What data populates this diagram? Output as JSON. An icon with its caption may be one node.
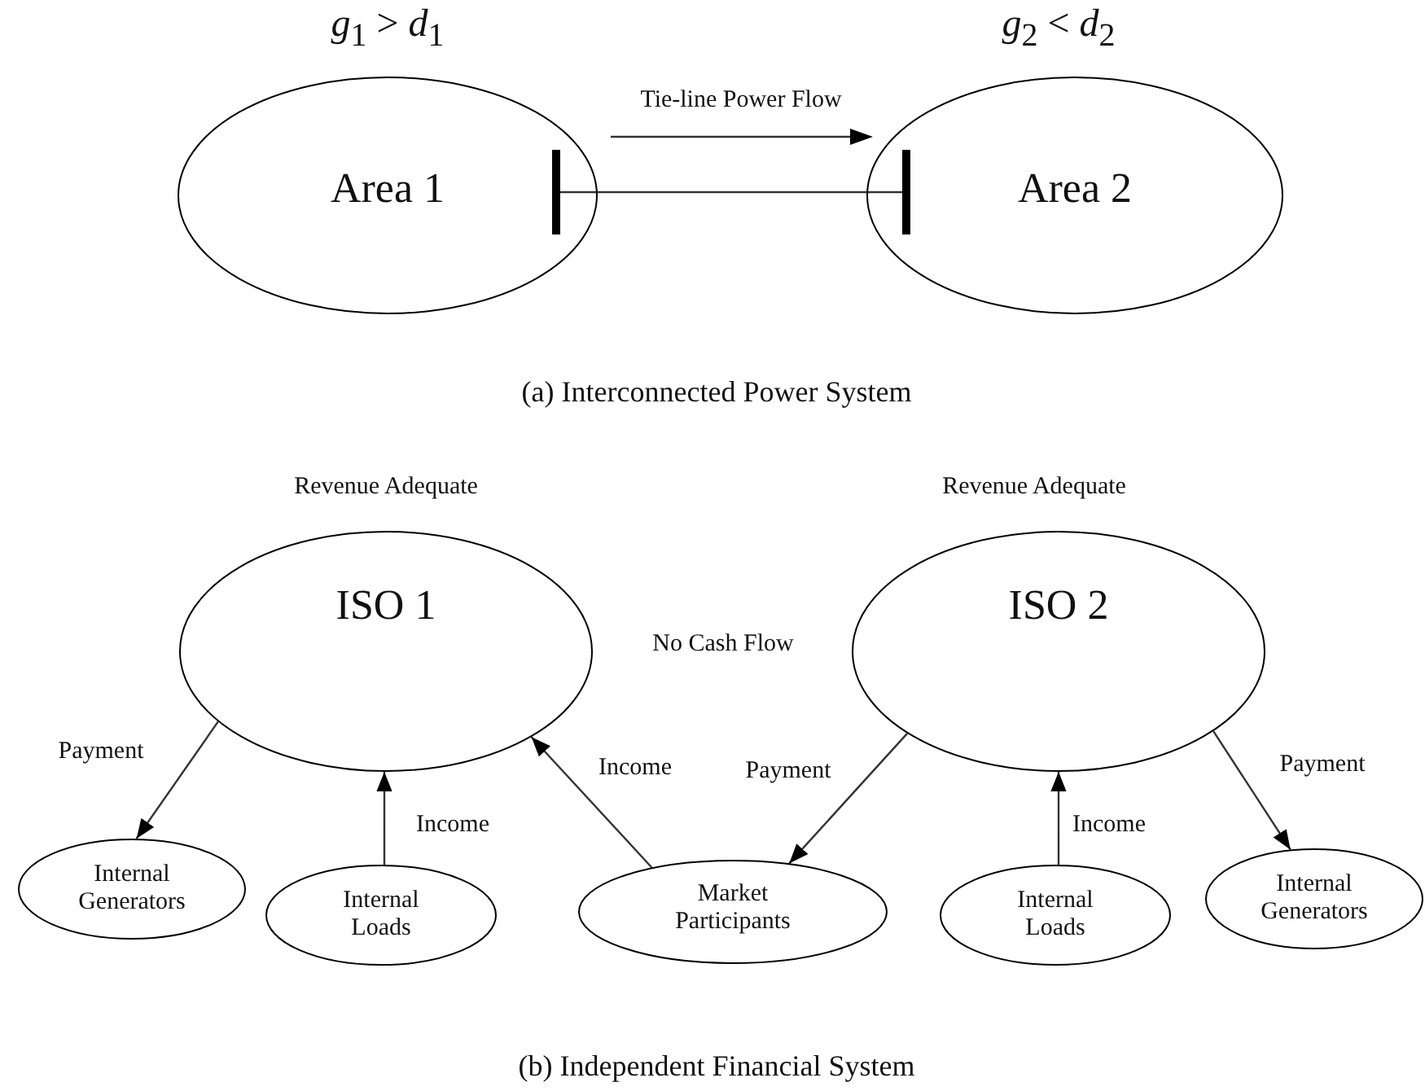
{
  "diagram": {
    "nodes": [
      {
        "text": [
          "Area 1"
        ],
        "beside": [
          "*g*$_{1}$ > *d*$_{1}$"
        ]
      },
      {
        "text": [
          "Area 2"
        ],
        "beside": [
          "*g*$_{2}$ < *d*$_{2}$"
        ]
      },
      {
        "text": [
          "ISO 1"
        ],
        "beside": [
          "Revenue Adequate"
        ]
      },
      {
        "text": [
          "ISO 2"
        ],
        "beside": [
          "Revenue Adequate"
        ]
      },
      {
        "text": [
          "Internal Generators"
        ]
      },
      {
        "text": [
          "Internal Loads"
        ]
      },
      {
        "text": [
          "Market Participants"
        ]
      },
      {
        "text": [
          "Internal Loads"
        ]
      },
      {
        "text": [
          "Internal Generators"
        ]
      }
    ],
    "edges": [
      {
        "from": 0,
        "to": 1,
        "arrow": "other",
        "label": "Tie-line Power Flow"
      },
      {
        "from": 2,
        "to": 4,
        "arrow": "to",
        "label": "Payment"
      },
      {
        "from": 5,
        "to": 2,
        "arrow": "to",
        "label": "Income"
      },
      {
        "from": 6,
        "to": 2,
        "arrow": "to",
        "label": "Income"
      },
      {
        "from": 3,
        "to": 6,
        "arrow": "to",
        "label": "Payment"
      },
      {
        "from": 7,
        "to": 3,
        "arrow": "to",
        "label": "Income"
      },
      {
        "from": 3,
        "to": 8,
        "arrow": "to",
        "label": "Payment"
      }
    ],
    "labels": [
      "(a) Interconnected Power System",
      "No Cash Flow",
      "(b) Independent Financial System"
    ]
  }
}
